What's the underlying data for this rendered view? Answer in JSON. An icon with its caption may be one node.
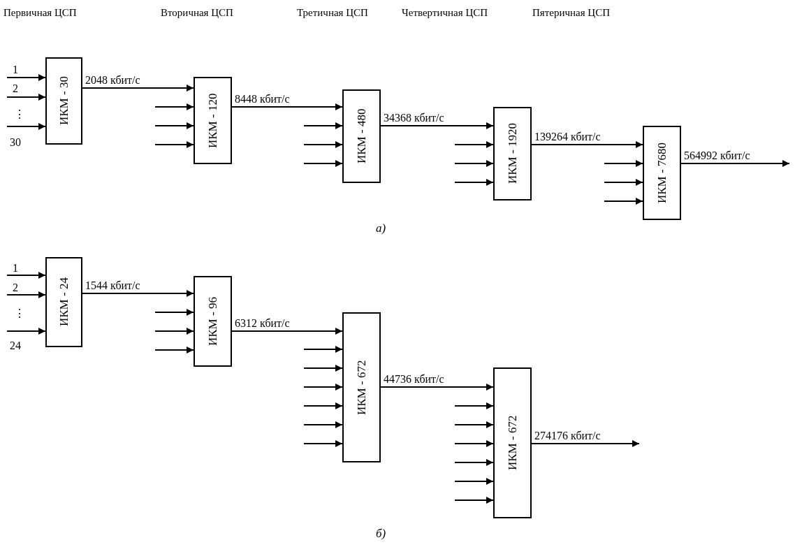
{
  "diagram": {
    "nodes": [
      {
        "text": [
          "ИКМ - 30"
        ]
      },
      {
        "text": [
          "ИКМ - 120"
        ]
      },
      {
        "text": [
          "ИКМ - 480"
        ]
      },
      {
        "text": [
          "ИКМ - 1920"
        ]
      },
      {
        "text": [
          "ИКМ - 7680"
        ]
      },
      {
        "text": [
          "ИКМ - 24"
        ]
      },
      {
        "text": [
          "ИКМ - 96"
        ]
      },
      {
        "text": [
          "ИКМ - 672"
        ]
      },
      {
        "text": [
          "ИКМ - 672"
        ]
      }
    ],
    "edges": [
      {
        "from": null,
        "to": 0,
        "arrow": "to"
      },
      {
        "from": null,
        "to": 0,
        "arrow": "to"
      },
      {
        "from": null,
        "to": 0,
        "arrow": "to"
      },
      {
        "from": 0,
        "to": 1,
        "arrow": "to",
        "label": "2048 кбит/с"
      },
      {
        "from": null,
        "to": 1,
        "arrow": "to"
      },
      {
        "from": null,
        "to": 1,
        "arrow": "to"
      },
      {
        "from": null,
        "to": 1,
        "arrow": "to"
      },
      {
        "from": 1,
        "to": 2,
        "arrow": "to",
        "label": "8448 кбит/с"
      },
      {
        "from": null,
        "to": 2,
        "arrow": "to"
      },
      {
        "from": null,
        "to": 2,
        "arrow": "to"
      },
      {
        "from": null,
        "to": 2,
        "arrow": "to"
      },
      {
        "from": 2,
        "to": 3,
        "arrow": "to",
        "label": "34368 кбит/с"
      },
      {
        "from": null,
        "to": 3,
        "arrow": "to"
      },
      {
        "from": null,
        "to": 3,
        "arrow": "to"
      },
      {
        "from": null,
        "to": 3,
        "arrow": "to"
      },
      {
        "from": 3,
        "to": 4,
        "arrow": "to",
        "label": "139264 кбит/с"
      },
      {
        "from": null,
        "to": 4,
        "arrow": "to"
      },
      {
        "from": null,
        "to": 4,
        "arrow": "to"
      },
      {
        "from": null,
        "to": 4,
        "arrow": "to"
      },
      {
        "from": 4,
        "to": null,
        "arrow": "to",
        "label": "564992 кбит/с"
      },
      {
        "from": null,
        "to": 5,
        "arrow": "to"
      },
      {
        "from": null,
        "to": 5,
        "arrow": "to"
      },
      {
        "from": null,
        "to": 5,
        "arrow": "to"
      },
      {
        "from": 5,
        "to": 6,
        "arrow": "to",
        "label": "1544 кбит/с"
      },
      {
        "from": null,
        "to": 6,
        "arrow": "to"
      },
      {
        "from": null,
        "to": 6,
        "arrow": "to"
      },
      {
        "from": null,
        "to": 6,
        "arrow": "to"
      },
      {
        "from": 6,
        "to": 7,
        "arrow": "to",
        "label": "6312 кбит/с"
      },
      {
        "from": null,
        "to": 7,
        "arrow": "to"
      },
      {
        "from": null,
        "to": 7,
        "arrow": "to"
      },
      {
        "from": null,
        "to": 7,
        "arrow": "to"
      },
      {
        "from": null,
        "to": 7,
        "arrow": "to"
      },
      {
        "from": null,
        "to": 7,
        "arrow": "to"
      },
      {
        "from": null,
        "to": 7,
        "arrow": "to"
      },
      {
        "from": 7,
        "to": 8,
        "arrow": "to",
        "label": "44736 кбит/с"
      },
      {
        "from": null,
        "to": 8,
        "arrow": "to"
      },
      {
        "from": null,
        "to": 8,
        "arrow": "to"
      },
      {
        "from": null,
        "to": 8,
        "arrow": "to"
      },
      {
        "from": null,
        "to": 8,
        "arrow": "to"
      },
      {
        "from": null,
        "to": 8,
        "arrow": "to"
      },
      {
        "from": null,
        "to": 8,
        "arrow": "to"
      },
      {
        "from": 8,
        "to": null,
        "arrow": "to",
        "label": "274176 кбит/с"
      }
    ],
    "labels": [
      "Первичная ЦСП",
      "Вторичная ЦСП",
      "Третичная ЦСП",
      "Четвертичная ЦСП",
      "Пятеричная ЦСП",
      "1",
      "2",
      "⋮",
      "30",
      "а)",
      "1",
      "2",
      "⋮",
      "24",
      "б)"
    ]
  }
}
